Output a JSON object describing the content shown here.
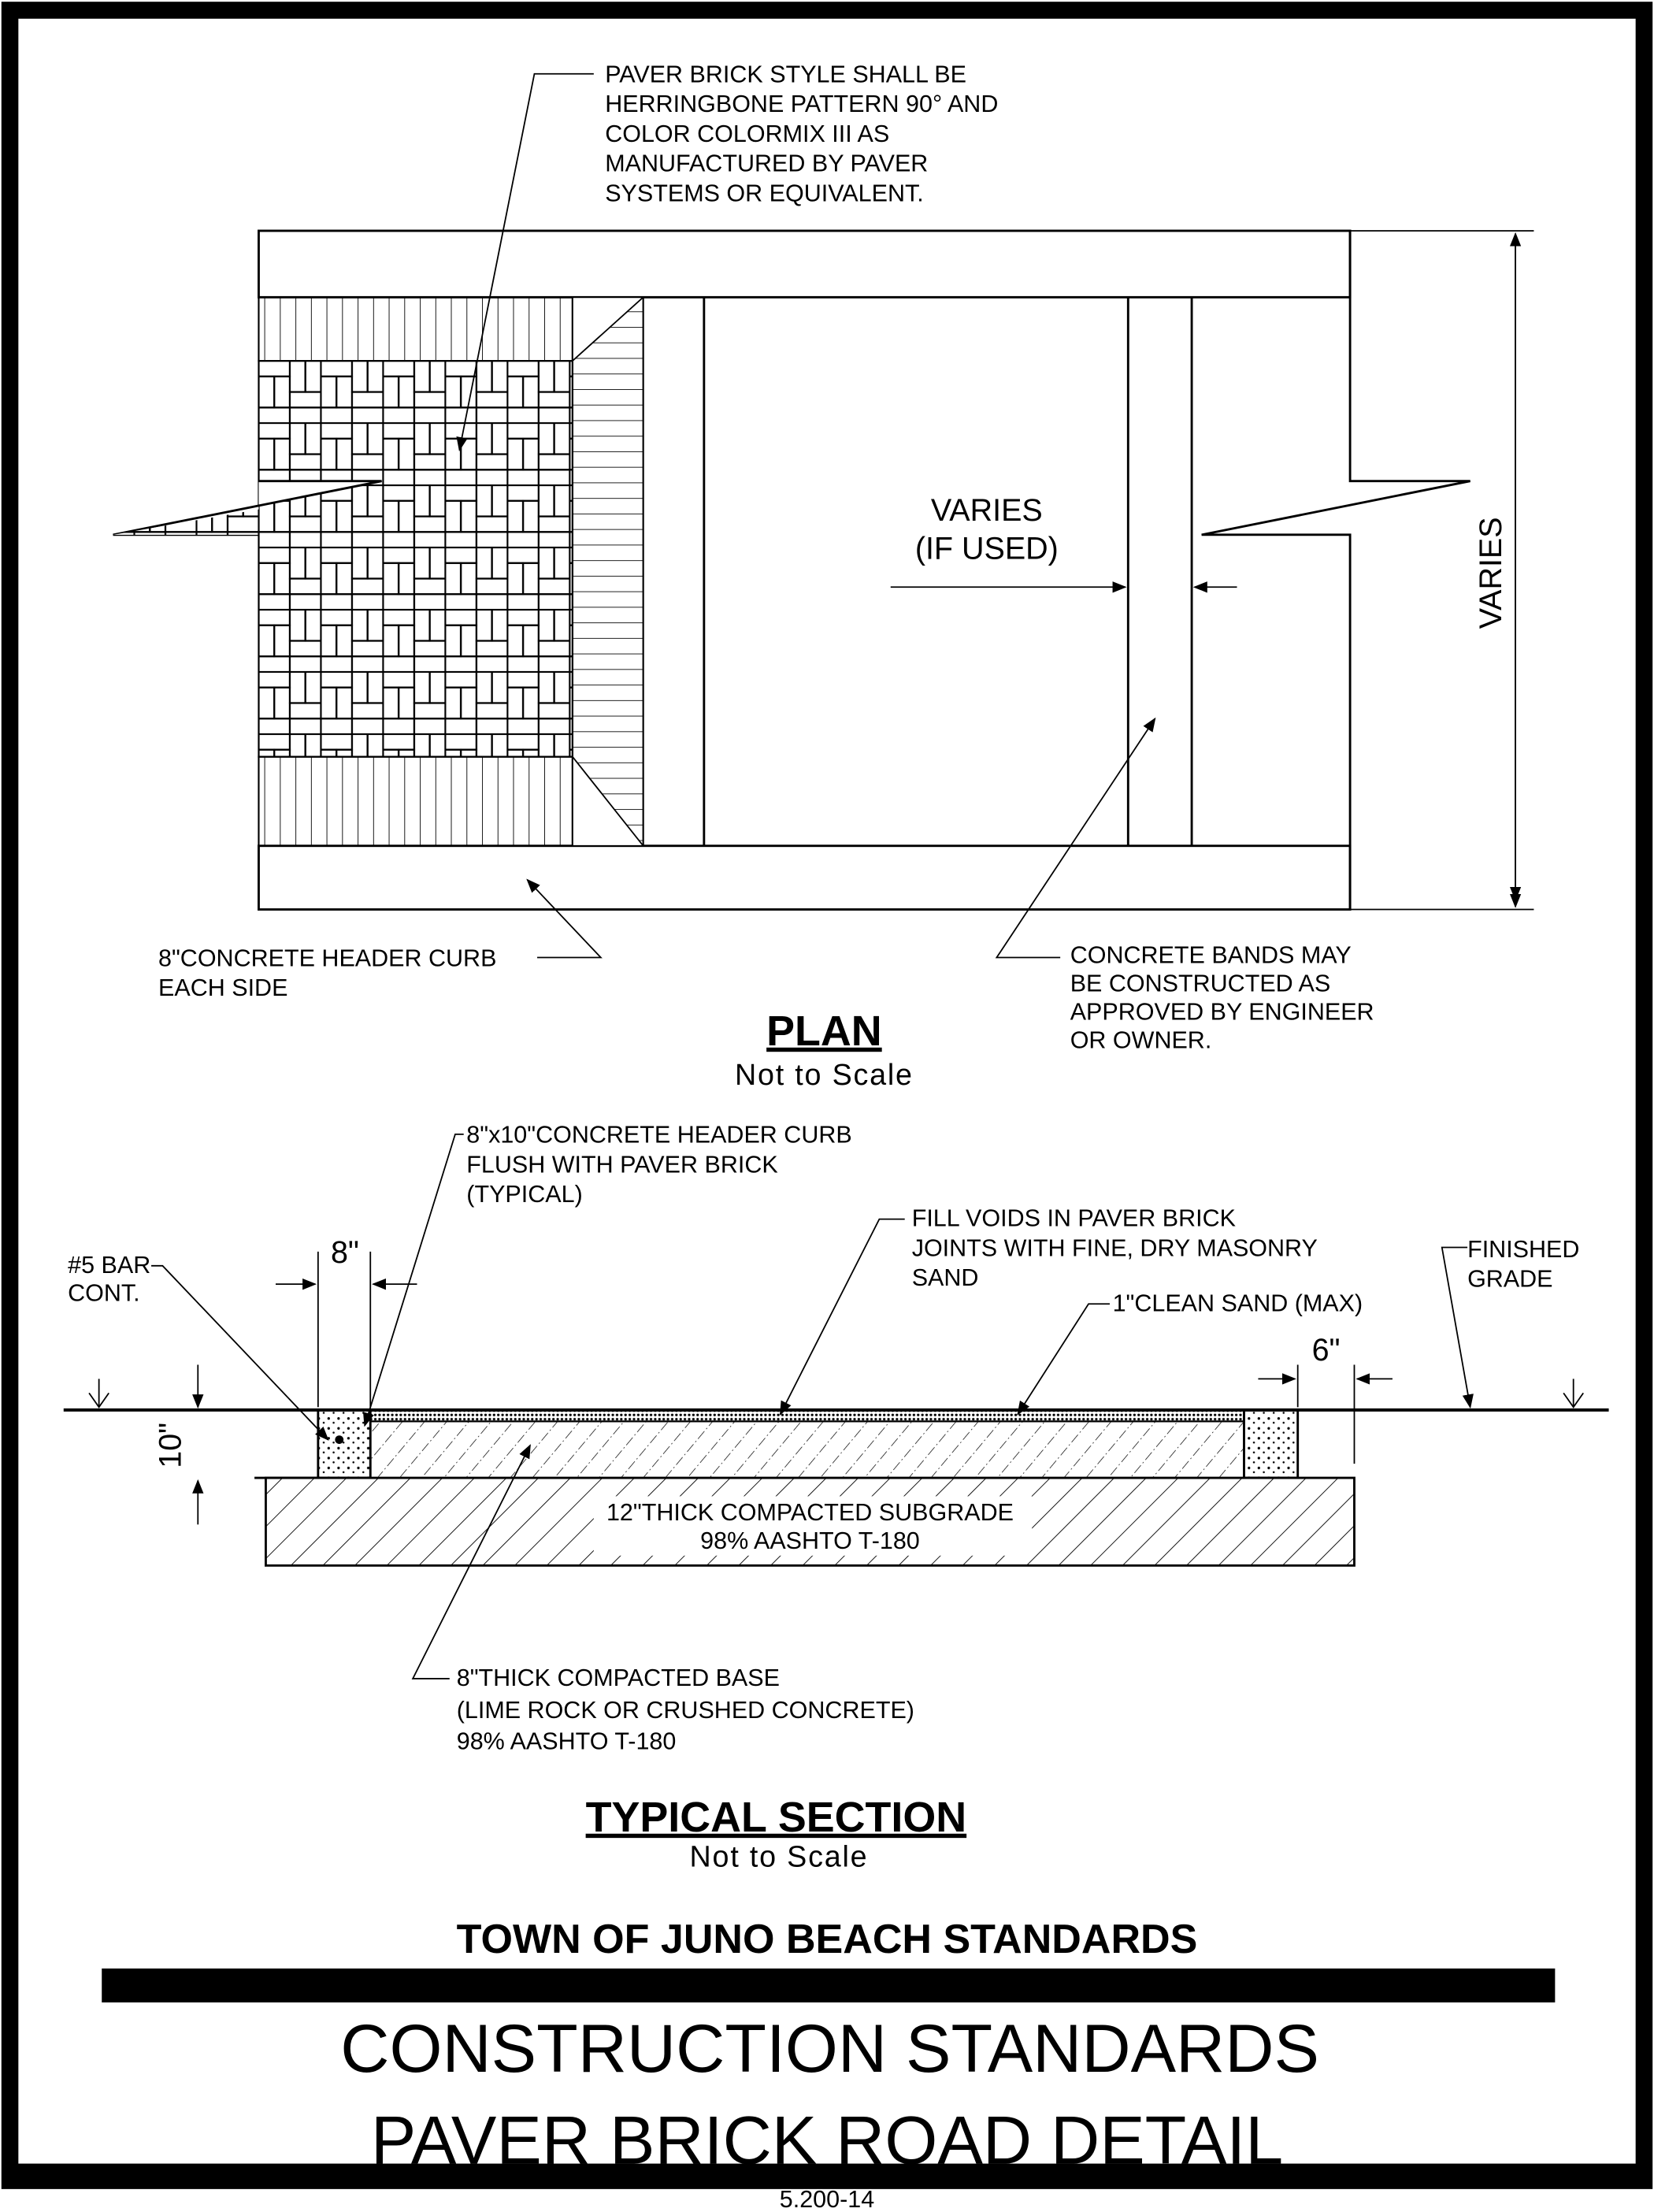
{
  "plan": {
    "note_paver": [
      "PAVER BRICK STYLE SHALL BE",
      "HERRINGBONE PATTERN 90° AND",
      "COLOR COLORMIX III AS",
      "MANUFACTURED BY PAVER",
      "SYSTEMS OR EQUIVALENT."
    ],
    "varies_band": [
      "VARIES",
      "(IF USED)"
    ],
    "varies_width": "VARIES",
    "note_curb": [
      "8\"CONCRETE HEADER CURB",
      "EACH SIDE"
    ],
    "note_bands": [
      "CONCRETE BANDS MAY",
      "BE CONSTRUCTED AS",
      "APPROVED BY ENGINEER",
      "OR OWNER."
    ],
    "title": "PLAN",
    "scale": "Not to Scale"
  },
  "section": {
    "note_curb": [
      "8\"x10\"CONCRETE HEADER CURB",
      "FLUSH WITH PAVER BRICK",
      "(TYPICAL)"
    ],
    "note_bar": [
      "#5 BAR",
      "CONT."
    ],
    "dim_curb": "8\"",
    "note_voids": [
      "FILL VOIDS IN PAVER BRICK",
      "JOINTS WITH FINE, DRY MASONRY",
      "SAND"
    ],
    "note_grade": [
      "FINISHED",
      "GRADE"
    ],
    "note_sand": "1\"CLEAN SAND (MAX)",
    "dim_right": "6\"",
    "dim_depth": "10\"",
    "subgrade": [
      "12\"THICK COMPACTED SUBGRADE",
      "98% AASHTO T-180"
    ],
    "base": [
      "8\"THICK COMPACTED BASE",
      "(LIME ROCK OR CRUSHED CONCRETE)",
      "98% AASHTO T-180"
    ],
    "title": "TYPICAL SECTION",
    "scale": "Not to Scale"
  },
  "titleblock": {
    "agency": "TOWN OF JUNO BEACH STANDARDS",
    "line1": "CONSTRUCTION STANDARDS",
    "line2": "PAVER BRICK ROAD DETAIL",
    "sheet": "5.200-14"
  }
}
